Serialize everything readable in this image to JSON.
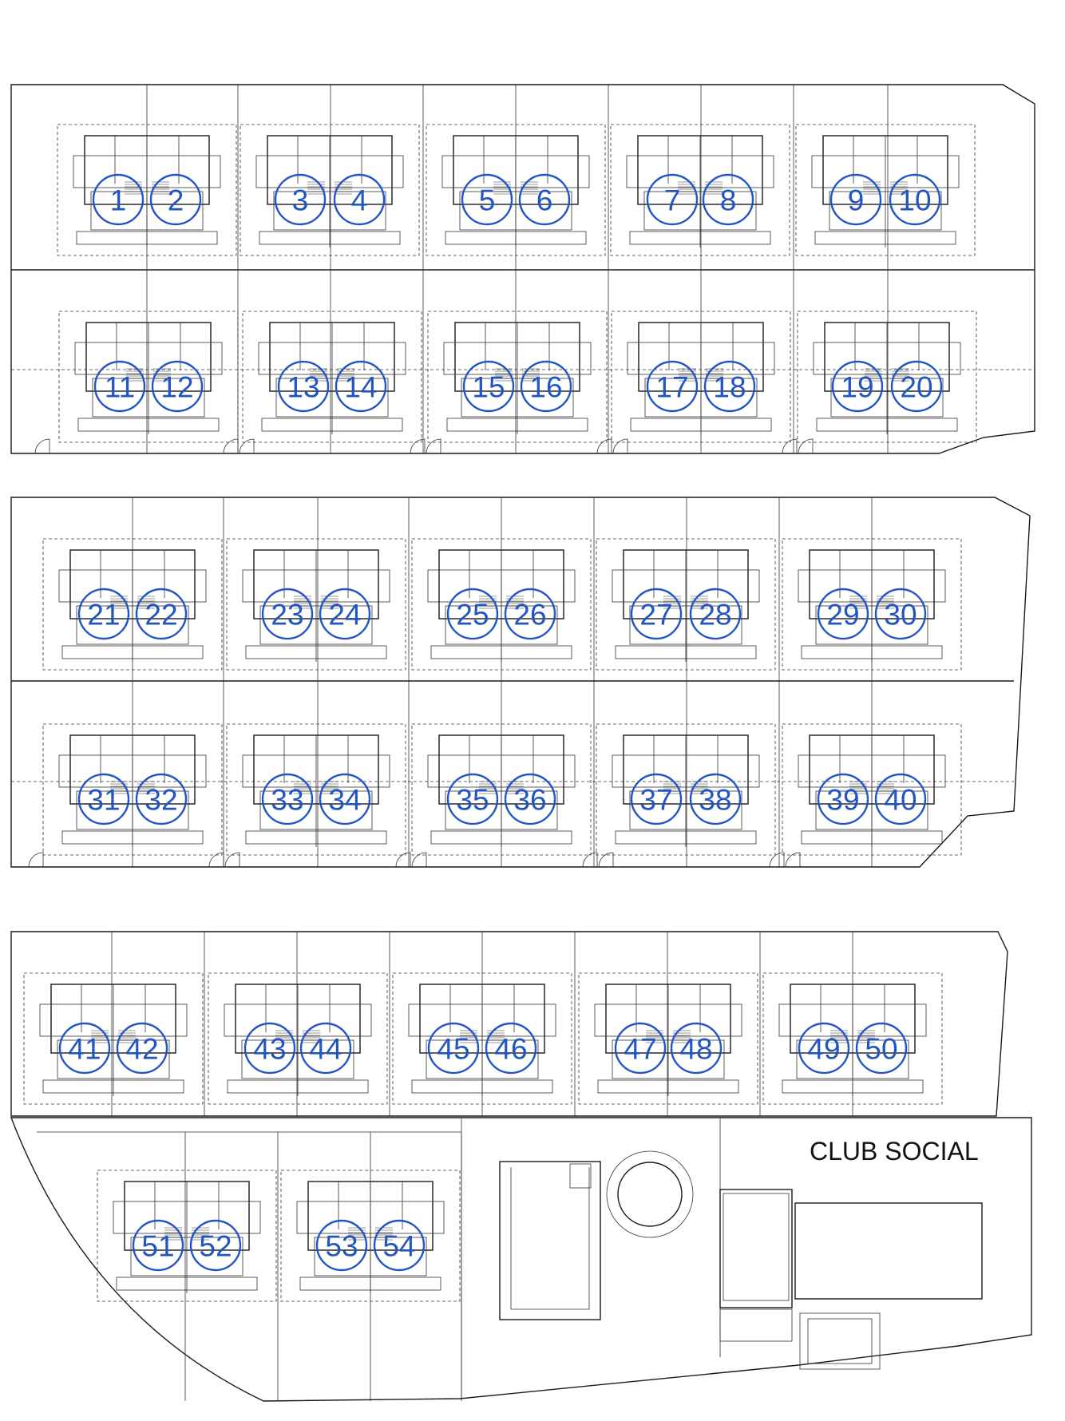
{
  "plan": {
    "units": [
      "1",
      "2",
      "3",
      "4",
      "5",
      "6",
      "7",
      "8",
      "9",
      "10",
      "11",
      "12",
      "13",
      "14",
      "15",
      "16",
      "17",
      "18",
      "19",
      "20",
      "21",
      "22",
      "23",
      "24",
      "25",
      "26",
      "27",
      "28",
      "29",
      "30",
      "31",
      "32",
      "33",
      "34",
      "35",
      "36",
      "37",
      "38",
      "39",
      "40",
      "41",
      "42",
      "43",
      "44",
      "45",
      "46",
      "47",
      "48",
      "49",
      "50",
      "51",
      "52",
      "53",
      "54"
    ],
    "club_label": "CLUB SOCIAL"
  },
  "colors": {
    "marker": "#2255c4",
    "line": "#1a1a1a",
    "background": "#ffffff"
  }
}
